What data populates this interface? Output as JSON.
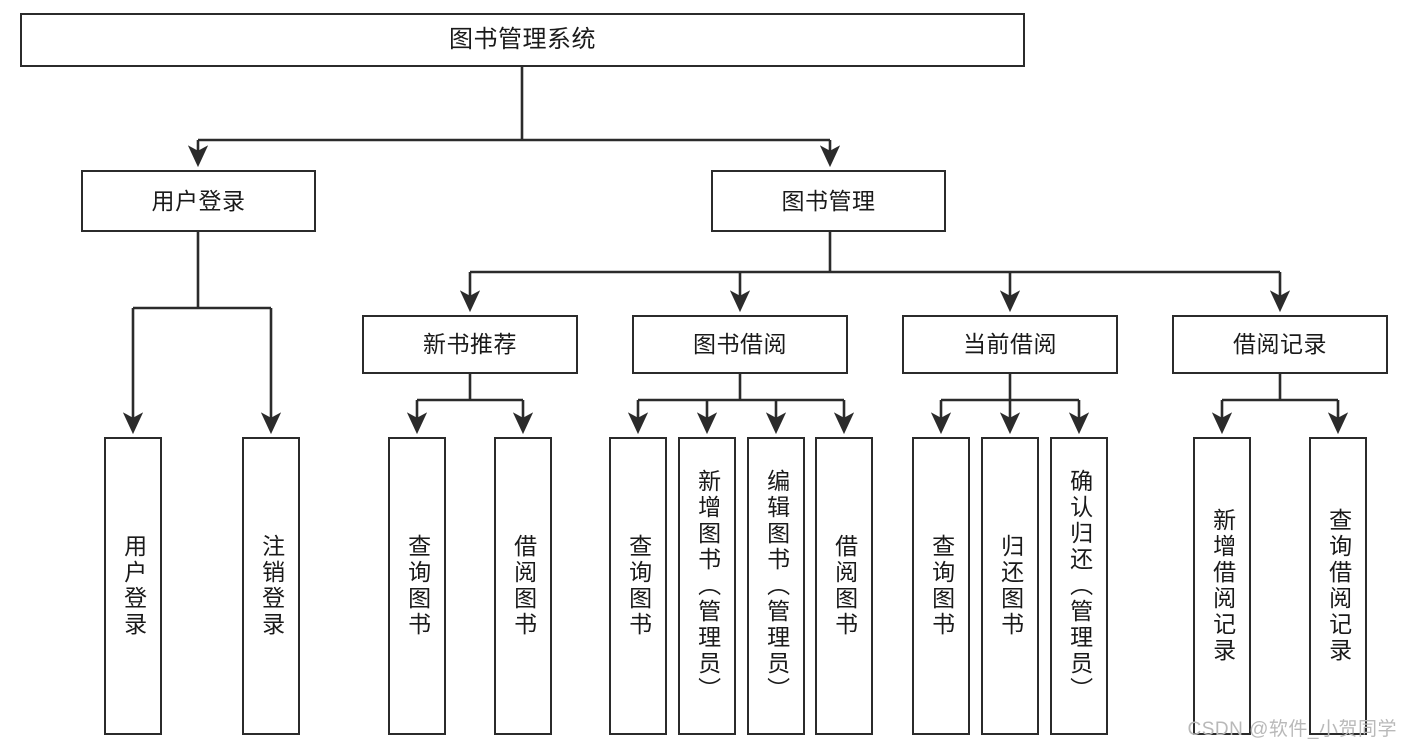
{
  "diagram": {
    "title": "图书管理系统",
    "type": "功能结构图",
    "stroke_color": "#2b2b2b",
    "fill_color": "#ffffff",
    "text_color": "#1a1a1a",
    "watermark": "CSDN @软件_小贺同学"
  },
  "nodes": {
    "root": {
      "label": "图书管理系统"
    },
    "level1": [
      {
        "label": "用户登录"
      },
      {
        "label": "图书管理"
      }
    ],
    "level2": [
      {
        "label": "新书推荐"
      },
      {
        "label": "图书借阅"
      },
      {
        "label": "当前借阅"
      },
      {
        "label": "借阅记录"
      }
    ],
    "leaves": {
      "user_login": [
        {
          "label": "用户登录"
        },
        {
          "label": "注销登录"
        }
      ],
      "new_book_recommend": [
        {
          "label": "查询图书"
        },
        {
          "label": "借阅图书"
        }
      ],
      "book_borrow": [
        {
          "label": "查询图书"
        },
        {
          "label": "新增图书（管理员）"
        },
        {
          "label": "编辑图书（管理员）"
        },
        {
          "label": "借阅图书"
        }
      ],
      "current_borrow": [
        {
          "label": "查询图书"
        },
        {
          "label": "归还图书"
        },
        {
          "label": "确认归还（管理员）"
        }
      ],
      "borrow_record": [
        {
          "label": "新增借阅记录"
        },
        {
          "label": "查询借阅记录"
        }
      ]
    }
  }
}
